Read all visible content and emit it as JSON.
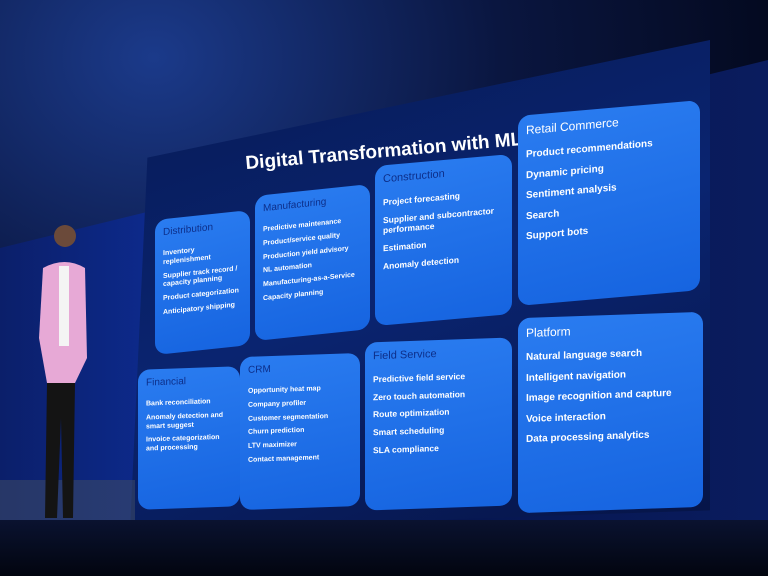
{
  "slide": {
    "title": "Digital Transformation with ML/AI",
    "cards": [
      {
        "heading": "Distribution",
        "items": [
          "Inventory replenishment",
          "Supplier track record / capacity planning",
          "Product categorization",
          "Anticipatory shipping"
        ]
      },
      {
        "heading": "Manufacturing",
        "items": [
          "Predictive maintenance",
          "Product/service quality",
          "Production yield advisory",
          "NL automation",
          "Manufacturing-as-a-Service",
          "Capacity planning"
        ]
      },
      {
        "heading": "Construction",
        "items": [
          "Project forecasting",
          "Supplier and subcontractor performance",
          "Estimation",
          "Anomaly detection"
        ]
      },
      {
        "heading": "Retail Commerce",
        "items": [
          "Product recommendations",
          "Dynamic pricing",
          "Sentiment analysis",
          "Search",
          "Support bots"
        ]
      },
      {
        "heading": "Financial",
        "items": [
          "Bank reconciliation",
          "Anomaly detection and smart suggest",
          "Invoice categorization and processing"
        ]
      },
      {
        "heading": "CRM",
        "items": [
          "Opportunity heat map",
          "Company profiler",
          "Customer segmentation",
          "Churn prediction",
          "LTV maximizer",
          "Contact management"
        ]
      },
      {
        "heading": "Field Service",
        "items": [
          "Predictive field service",
          "Zero touch automation",
          "Route optimization",
          "Smart scheduling",
          "SLA compliance"
        ]
      },
      {
        "heading": "Platform",
        "items": [
          "Natural language search",
          "Intelligent navigation",
          "Image recognition and capture",
          "Voice interaction",
          "Data processing analytics"
        ]
      }
    ]
  },
  "colors": {
    "card": "#1f6ff0",
    "heading": "#0d2f8a",
    "background": "#061446"
  }
}
